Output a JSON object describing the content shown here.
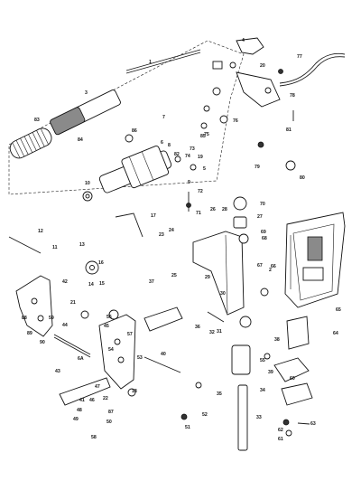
{
  "callouts": [
    {
      "id": "c1",
      "text": "1"
    },
    {
      "id": "c2",
      "text": "2"
    },
    {
      "id": "c3",
      "text": "3"
    },
    {
      "id": "c4",
      "text": "4"
    },
    {
      "id": "c5",
      "text": "5"
    },
    {
      "id": "c6",
      "text": "6"
    },
    {
      "id": "c7",
      "text": "7"
    },
    {
      "id": "c8",
      "text": "8"
    },
    {
      "id": "c9",
      "text": "9"
    },
    {
      "id": "c10",
      "text": "10"
    },
    {
      "id": "c11",
      "text": "11"
    },
    {
      "id": "c12",
      "text": "12"
    },
    {
      "id": "c13",
      "text": "13"
    },
    {
      "id": "c14",
      "text": "14"
    },
    {
      "id": "c15",
      "text": "15"
    },
    {
      "id": "c16",
      "text": "16"
    },
    {
      "id": "c17",
      "text": "17"
    },
    {
      "id": "c18",
      "text": "18"
    },
    {
      "id": "c19",
      "text": "19"
    },
    {
      "id": "c20",
      "text": "20"
    },
    {
      "id": "c21",
      "text": "21"
    },
    {
      "id": "c22",
      "text": "22"
    },
    {
      "id": "c23",
      "text": "23"
    },
    {
      "id": "c24",
      "text": "24"
    },
    {
      "id": "c25",
      "text": "25"
    },
    {
      "id": "c26",
      "text": "26"
    },
    {
      "id": "c27",
      "text": "27"
    },
    {
      "id": "c28",
      "text": "28"
    },
    {
      "id": "c29",
      "text": "29"
    },
    {
      "id": "c30",
      "text": "30"
    },
    {
      "id": "c31",
      "text": "31"
    },
    {
      "id": "c32",
      "text": "32"
    },
    {
      "id": "c33",
      "text": "33"
    },
    {
      "id": "c34",
      "text": "34"
    },
    {
      "id": "c35",
      "text": "35"
    },
    {
      "id": "c36",
      "text": "36"
    },
    {
      "id": "c37",
      "text": "37"
    },
    {
      "id": "c38",
      "text": "38"
    },
    {
      "id": "c39",
      "text": "39"
    },
    {
      "id": "c40",
      "text": "40"
    },
    {
      "id": "c41",
      "text": "41"
    },
    {
      "id": "c42",
      "text": "42"
    },
    {
      "id": "c43",
      "text": "43"
    },
    {
      "id": "c44",
      "text": "44"
    },
    {
      "id": "c45",
      "text": "45"
    },
    {
      "id": "c46",
      "text": "46"
    },
    {
      "id": "c47",
      "text": "47"
    },
    {
      "id": "c48",
      "text": "48"
    },
    {
      "id": "c49",
      "text": "49"
    },
    {
      "id": "c50",
      "text": "50"
    },
    {
      "id": "c51",
      "text": "51"
    },
    {
      "id": "c52",
      "text": "52"
    },
    {
      "id": "c53",
      "text": "53"
    },
    {
      "id": "c54",
      "text": "54"
    },
    {
      "id": "c55",
      "text": "55"
    },
    {
      "id": "c56",
      "text": "56"
    },
    {
      "id": "c57",
      "text": "57"
    },
    {
      "id": "c58",
      "text": "58"
    },
    {
      "id": "c59",
      "text": "59"
    },
    {
      "id": "c60",
      "text": "60"
    },
    {
      "id": "c61",
      "text": "61"
    },
    {
      "id": "c62",
      "text": "62"
    },
    {
      "id": "c63",
      "text": "63"
    },
    {
      "id": "c64",
      "text": "64"
    },
    {
      "id": "c65",
      "text": "65"
    },
    {
      "id": "c66",
      "text": "66"
    },
    {
      "id": "c67",
      "text": "67"
    },
    {
      "id": "c68",
      "text": "68"
    },
    {
      "id": "c69",
      "text": "69"
    },
    {
      "id": "c70",
      "text": "70"
    },
    {
      "id": "c71",
      "text": "71"
    },
    {
      "id": "c72",
      "text": "72"
    },
    {
      "id": "c73",
      "text": "73"
    },
    {
      "id": "c74",
      "text": "74"
    },
    {
      "id": "c75",
      "text": "75"
    },
    {
      "id": "c76",
      "text": "76"
    },
    {
      "id": "c77",
      "text": "77"
    },
    {
      "id": "c78",
      "text": "78"
    },
    {
      "id": "c79",
      "text": "79"
    },
    {
      "id": "c80",
      "text": "80"
    },
    {
      "id": "c81",
      "text": "81"
    },
    {
      "id": "c82",
      "text": "82"
    },
    {
      "id": "c83",
      "text": "83"
    },
    {
      "id": "c84",
      "text": "84"
    },
    {
      "id": "c85",
      "text": "85"
    },
    {
      "id": "c86",
      "text": "86"
    },
    {
      "id": "c87",
      "text": "87"
    },
    {
      "id": "c88",
      "text": "88"
    },
    {
      "id": "c89",
      "text": "89"
    },
    {
      "id": "c90",
      "text": "90"
    },
    {
      "id": "c6A",
      "text": "6A"
    }
  ]
}
